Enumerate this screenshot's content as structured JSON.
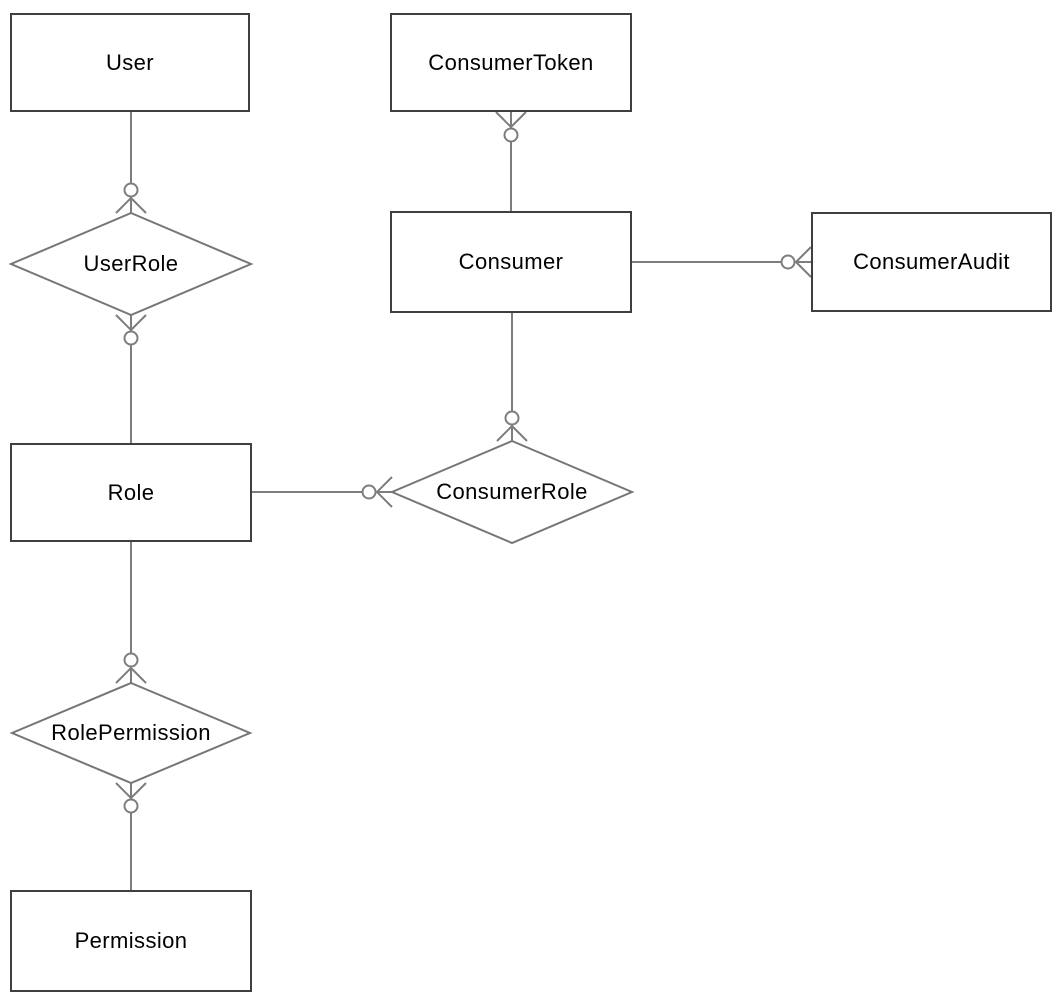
{
  "diagram": {
    "type": "entity-relationship-diagram",
    "notation": "crow-foot (zero-or-many markers: open circle + crow's foot)",
    "entities": [
      {
        "id": "user",
        "label": "User"
      },
      {
        "id": "consumer-token",
        "label": "ConsumerToken"
      },
      {
        "id": "consumer",
        "label": "Consumer"
      },
      {
        "id": "consumer-audit",
        "label": "ConsumerAudit"
      },
      {
        "id": "role",
        "label": "Role"
      },
      {
        "id": "permission",
        "label": "Permission"
      }
    ],
    "relationships": [
      {
        "id": "user-role",
        "label": "UserRole"
      },
      {
        "id": "consumer-role",
        "label": "ConsumerRole"
      },
      {
        "id": "role-permission",
        "label": "RolePermission"
      }
    ],
    "connections": [
      {
        "from": "User",
        "to": "UserRole",
        "marker": "zero-or-many",
        "marker_at": "UserRole"
      },
      {
        "from": "Role",
        "to": "UserRole",
        "marker": "zero-or-many",
        "marker_at": "UserRole"
      },
      {
        "from": "Consumer",
        "to": "ConsumerToken",
        "marker": "zero-or-many",
        "marker_at": "ConsumerToken"
      },
      {
        "from": "Consumer",
        "to": "ConsumerRole",
        "marker": "zero-or-many",
        "marker_at": "ConsumerRole"
      },
      {
        "from": "Role",
        "to": "ConsumerRole",
        "marker": "zero-or-many",
        "marker_at": "ConsumerRole"
      },
      {
        "from": "Consumer",
        "to": "ConsumerAudit",
        "marker": "zero-or-many",
        "marker_at": "ConsumerAudit"
      },
      {
        "from": "Role",
        "to": "RolePermission",
        "marker": "zero-or-many",
        "marker_at": "RolePermission"
      },
      {
        "from": "Permission",
        "to": "RolePermission",
        "marker": "zero-or-many",
        "marker_at": "RolePermission"
      }
    ],
    "colors": {
      "background": "#ffffff",
      "entity_border": "#3f3f3f",
      "relationship_border": "#767676",
      "connector": "#7d7d7d",
      "text": "#000000"
    }
  }
}
